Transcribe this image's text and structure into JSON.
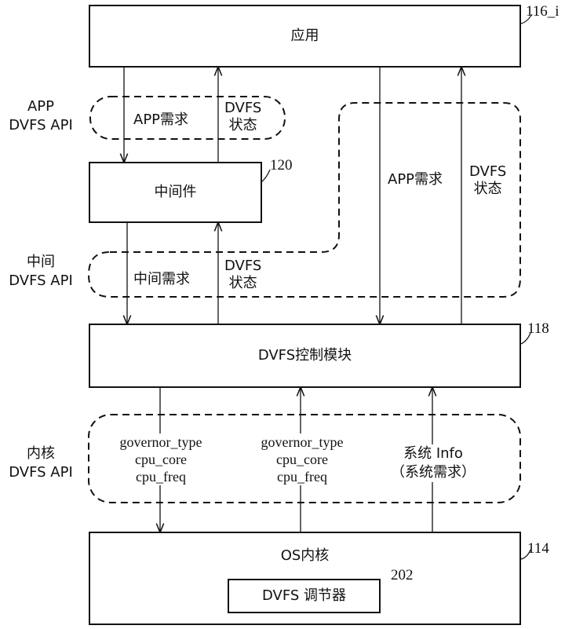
{
  "boxes": {
    "app": "应用",
    "middleware": "中间件",
    "dvfs_control": "DVFS控制模块",
    "os_kernel": "OS内核",
    "dvfs_governor": "DVFS 调节器"
  },
  "refs": {
    "app": "116_i",
    "middleware": "120",
    "dvfs_control": "118",
    "os_kernel": "114",
    "governor": "202"
  },
  "api_labels": {
    "app_line1": "APP",
    "app_line2": "DVFS API",
    "mid_line1": "中间",
    "mid_line2": "DVFS API",
    "kernel_line1": "内核",
    "kernel_line2": "DVFS API"
  },
  "signals": {
    "app_request": "APP需求",
    "dvfs_state_l1": "DVFS",
    "dvfs_state_l2": "状态",
    "mid_request": "中间需求",
    "right_app_request": "APP需求",
    "right_dvfs_l1": "DVFS",
    "right_dvfs_l2": "状态",
    "mid_dvfs_l1": "DVFS",
    "mid_dvfs_l2": "状态"
  },
  "kernel_params": {
    "left": [
      "governor_type",
      "cpu_core",
      "cpu_freq"
    ],
    "middle": [
      "governor_type",
      "cpu_core",
      "cpu_freq"
    ],
    "right_l1": "系统 Info",
    "right_l2": "（系统需求）"
  }
}
